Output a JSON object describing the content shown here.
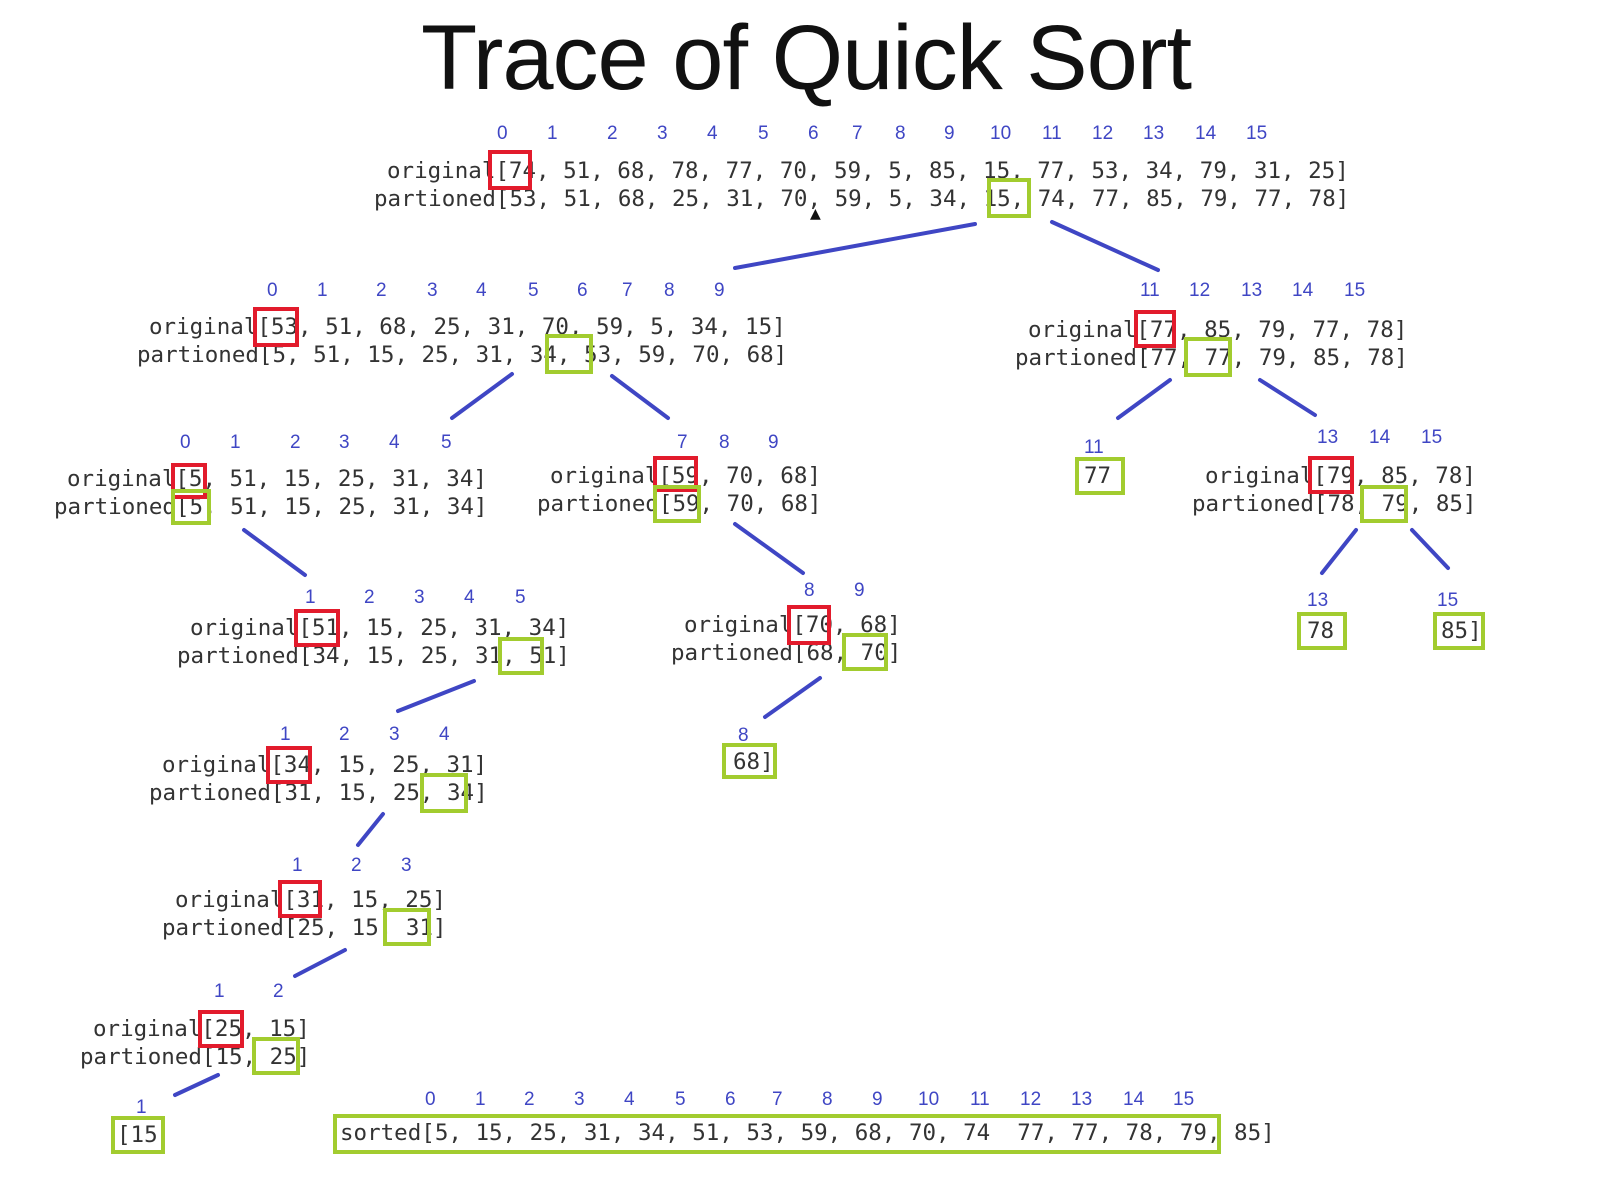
{
  "title": "Trace of Quick Sort",
  "nodes": [
    {
      "id": "root",
      "original": "original[74, 51, 68, 78, 77, 70, 59, 5, 85, 15, 77, 53, 34, 79, 31, 25]",
      "partioned": "partioned[53, 51, 68, 25, 31, 70, 59, 5, 34, 15, 74, 77, 85, 79, 77, 78]",
      "indices": [
        "0",
        "1",
        "2",
        "3",
        "4",
        "5",
        "6",
        "7",
        "8",
        "9",
        "10",
        "11",
        "12",
        "13",
        "14",
        "15"
      ],
      "pivot": "74"
    },
    {
      "id": "left_0_9",
      "original": "original[53, 51, 68, 25, 31, 70, 59, 5, 34, 15]",
      "partioned": "partioned[5, 51, 15, 25, 31, 34, 53, 59, 70, 68]",
      "indices": [
        "0",
        "1",
        "2",
        "3",
        "4",
        "5",
        "6",
        "7",
        "8",
        "9"
      ],
      "pivot": "53"
    },
    {
      "id": "right_11_15",
      "original": "original[77, 85, 79, 77, 78]",
      "partioned": "partioned[77, 77, 79, 85, 78]",
      "indices": [
        "11",
        "12",
        "13",
        "14",
        "15"
      ],
      "pivot": "77"
    },
    {
      "id": "left_0_5",
      "original": "original[5, 51, 15, 25, 31, 34]",
      "partioned": "partioned[5, 51, 15, 25, 31, 34]",
      "indices": [
        "0",
        "1",
        "2",
        "3",
        "4",
        "5"
      ],
      "pivot": "5"
    },
    {
      "id": "mid_7_9",
      "original": "original[59, 70, 68]",
      "partioned": "partioned[59, 70, 68]",
      "indices": [
        "7",
        "8",
        "9"
      ],
      "pivot": "59"
    },
    {
      "id": "leaf_11",
      "index": "11",
      "value": "77"
    },
    {
      "id": "right_13_15",
      "original": "original[79, 85, 78]",
      "partioned": "partioned[78, 79, 85]",
      "indices": [
        "13",
        "14",
        "15"
      ],
      "pivot": "79"
    },
    {
      "id": "left_1_5",
      "original": "original[51, 15, 25, 31, 34]",
      "partioned": "partioned[34, 15, 25, 31, 51]",
      "indices": [
        "1",
        "2",
        "3",
        "4",
        "5"
      ],
      "pivot": "51"
    },
    {
      "id": "mid_8_9",
      "original": "original[70, 68]",
      "partioned": "partioned[68, 70]",
      "indices": [
        "8",
        "9"
      ],
      "pivot": "70"
    },
    {
      "id": "leaf_13",
      "index": "13",
      "value": "78"
    },
    {
      "id": "leaf_15",
      "index": "15",
      "value": "85]"
    },
    {
      "id": "left_1_4",
      "original": "original[34, 15, 25, 31]",
      "partioned": "partioned[31, 15, 25, 34]",
      "indices": [
        "1",
        "2",
        "3",
        "4"
      ],
      "pivot": "34"
    },
    {
      "id": "leaf_8",
      "index": "8",
      "value": "68]"
    },
    {
      "id": "left_1_3",
      "original": "original[31, 15, 25]",
      "partioned": "partioned[25, 15, 31]",
      "indices": [
        "1",
        "2",
        "3"
      ],
      "pivot": "31"
    },
    {
      "id": "left_1_2",
      "original": "original[25, 15]",
      "partioned": "partioned[15, 25]",
      "indices": [
        "1",
        "2"
      ],
      "pivot": "25"
    },
    {
      "id": "leaf_1",
      "index": "1",
      "value": "[15"
    }
  ],
  "sorted": {
    "text": "sorted[5, 15, 25, 31, 34, 51, 53, 59, 68, 70, 74  77, 77, 78, 79, 85]",
    "indices": [
      "0",
      "1",
      "2",
      "3",
      "4",
      "5",
      "6",
      "7",
      "8",
      "9",
      "10",
      "11",
      "12",
      "13",
      "14",
      "15"
    ]
  },
  "colors": {
    "pivot_original": "#e21b2c",
    "pivot_final": "#a2cc2f",
    "edge": "#3f46c4",
    "index": "#3f46c4"
  }
}
